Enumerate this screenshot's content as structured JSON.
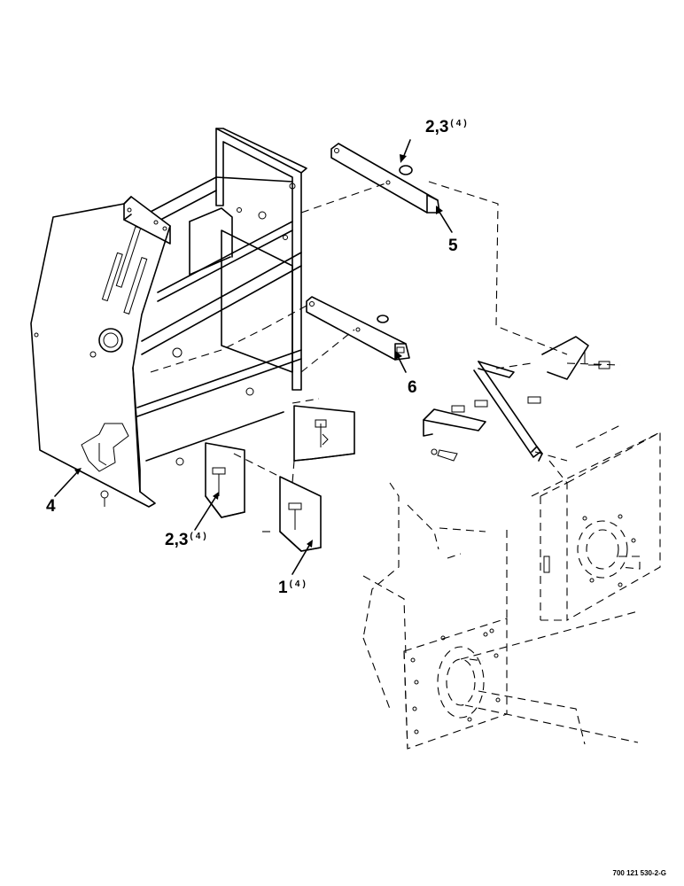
{
  "callouts": {
    "c1": {
      "num": "1",
      "qty": "(4)"
    },
    "c23_top": {
      "num": "2,3",
      "qty": "(4)"
    },
    "c23_bottom": {
      "num": "2,3",
      "qty": "(4)"
    },
    "c4": {
      "num": "4"
    },
    "c5": {
      "num": "5"
    },
    "c6": {
      "num": "6"
    }
  },
  "document_number": "700 121 530-2-G"
}
